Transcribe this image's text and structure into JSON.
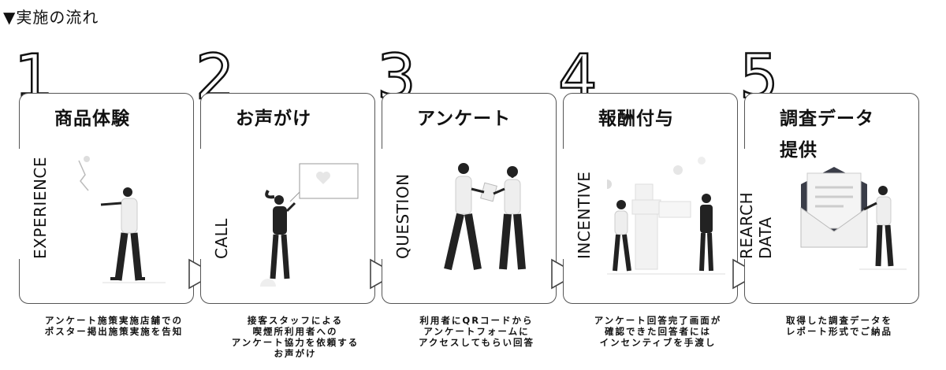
{
  "heading": "▼実施の流れ",
  "steps": [
    {
      "number": "1",
      "label": "EXPERIENCE",
      "title": "商品体験",
      "desc": "アンケート施策実施店舗での\nポスター掲出施策実施を告知"
    },
    {
      "number": "2",
      "label": "CALL",
      "title": "お声がけ",
      "desc": "接客スタッフによる\n喫煙所利用者への\nアンケート協力を依頼する\nお声がけ"
    },
    {
      "number": "3",
      "label": "QUESTION",
      "title": "アンケート",
      "desc": "利用者にQRコードから\nアンケートフォームに\nアクセスしてもらい回答"
    },
    {
      "number": "4",
      "label": "INCENTIVE",
      "title": "報酬付与",
      "desc": "アンケート回答完了画面が\n確認できた回答者には\nインセンティブを手渡し"
    },
    {
      "number": "5",
      "label": "REARCH DATA",
      "title": "調査データ\n提供",
      "desc": "取得した調査データを\nレポート形式でご納品"
    }
  ]
}
